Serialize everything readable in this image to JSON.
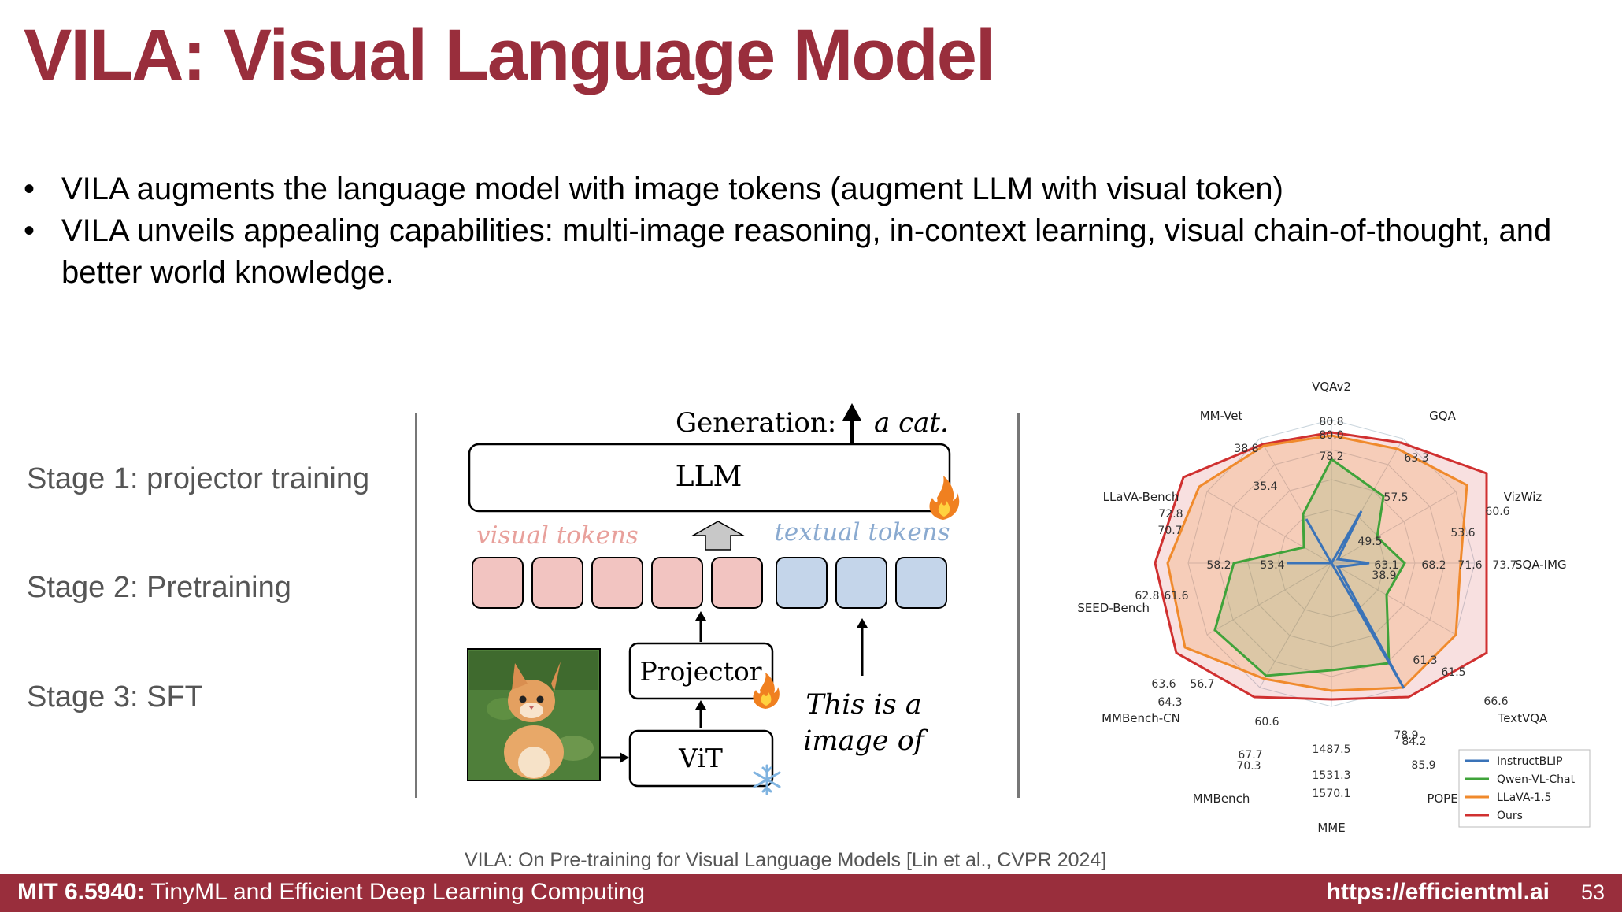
{
  "title": "VILA: Visual Language Model",
  "bullets": [
    "VILA augments the language model with image tokens (augment LLM with visual token)",
    "VILA unveils appealing capabilities: multi-image reasoning, in-context learning, visual chain-of-thought, and better world knowledge."
  ],
  "stages": [
    "Stage 1: projector training",
    "Stage 2: Pretraining",
    "Stage 3: SFT"
  ],
  "architecture": {
    "generation_label": "Generation:",
    "output_text": "a cat.",
    "llm_label": "LLM",
    "visual_tokens_label": "visual tokens",
    "textual_tokens_label": "textual tokens",
    "projector_label": "Projector",
    "vit_label": "ViT",
    "prompt_line1": "This is a",
    "prompt_line2": "image of",
    "colors": {
      "visual_token": "#f2c4c1",
      "textual_token": "#c4d5ea",
      "visual_text": "#e8a09b",
      "textual_text": "#8aaad0"
    }
  },
  "radar": {
    "axes": [
      "VQAv2",
      "GQA",
      "VizWiz",
      "SQA-IMG",
      "TextVQA",
      "POPE",
      "MME",
      "MMBench",
      "MMBench-CN",
      "SEED-Bench",
      "LLaVA-Bench",
      "MM-Vet"
    ],
    "value_labels": [
      "80.8",
      "80.0",
      "78.2",
      "63.3",
      "57.5",
      "60.6",
      "53.6",
      "73.7",
      "71.6",
      "68.2",
      "66.6",
      "61.5",
      "61.3",
      "85.9",
      "84.2",
      "78.9",
      "1570.1",
      "1531.3",
      "1487.5",
      "70.3",
      "67.7",
      "60.6",
      "64.3",
      "63.6",
      "56.7",
      "62.8",
      "61.6",
      "58.2",
      "72.8",
      "70.7",
      "38.8",
      "35.4",
      "49.5",
      "38.9",
      "63.1",
      "53.4"
    ],
    "series": [
      {
        "name": "InstructBLIP",
        "color": "#3a73b8"
      },
      {
        "name": "Qwen-VL-Chat",
        "color": "#3fa33a"
      },
      {
        "name": "LLaVA-1.5",
        "color": "#f08a2c"
      },
      {
        "name": "Ours",
        "color": "#d03030"
      }
    ]
  },
  "caption": "VILA: On Pre-training for Visual Language Models [Lin et al., CVPR 2024]",
  "footer": {
    "course_bold": "MIT 6.5940:",
    "course_rest": " TinyML and Efficient Deep Learning Computing",
    "url": "https://efficientml.ai",
    "page": "53"
  }
}
